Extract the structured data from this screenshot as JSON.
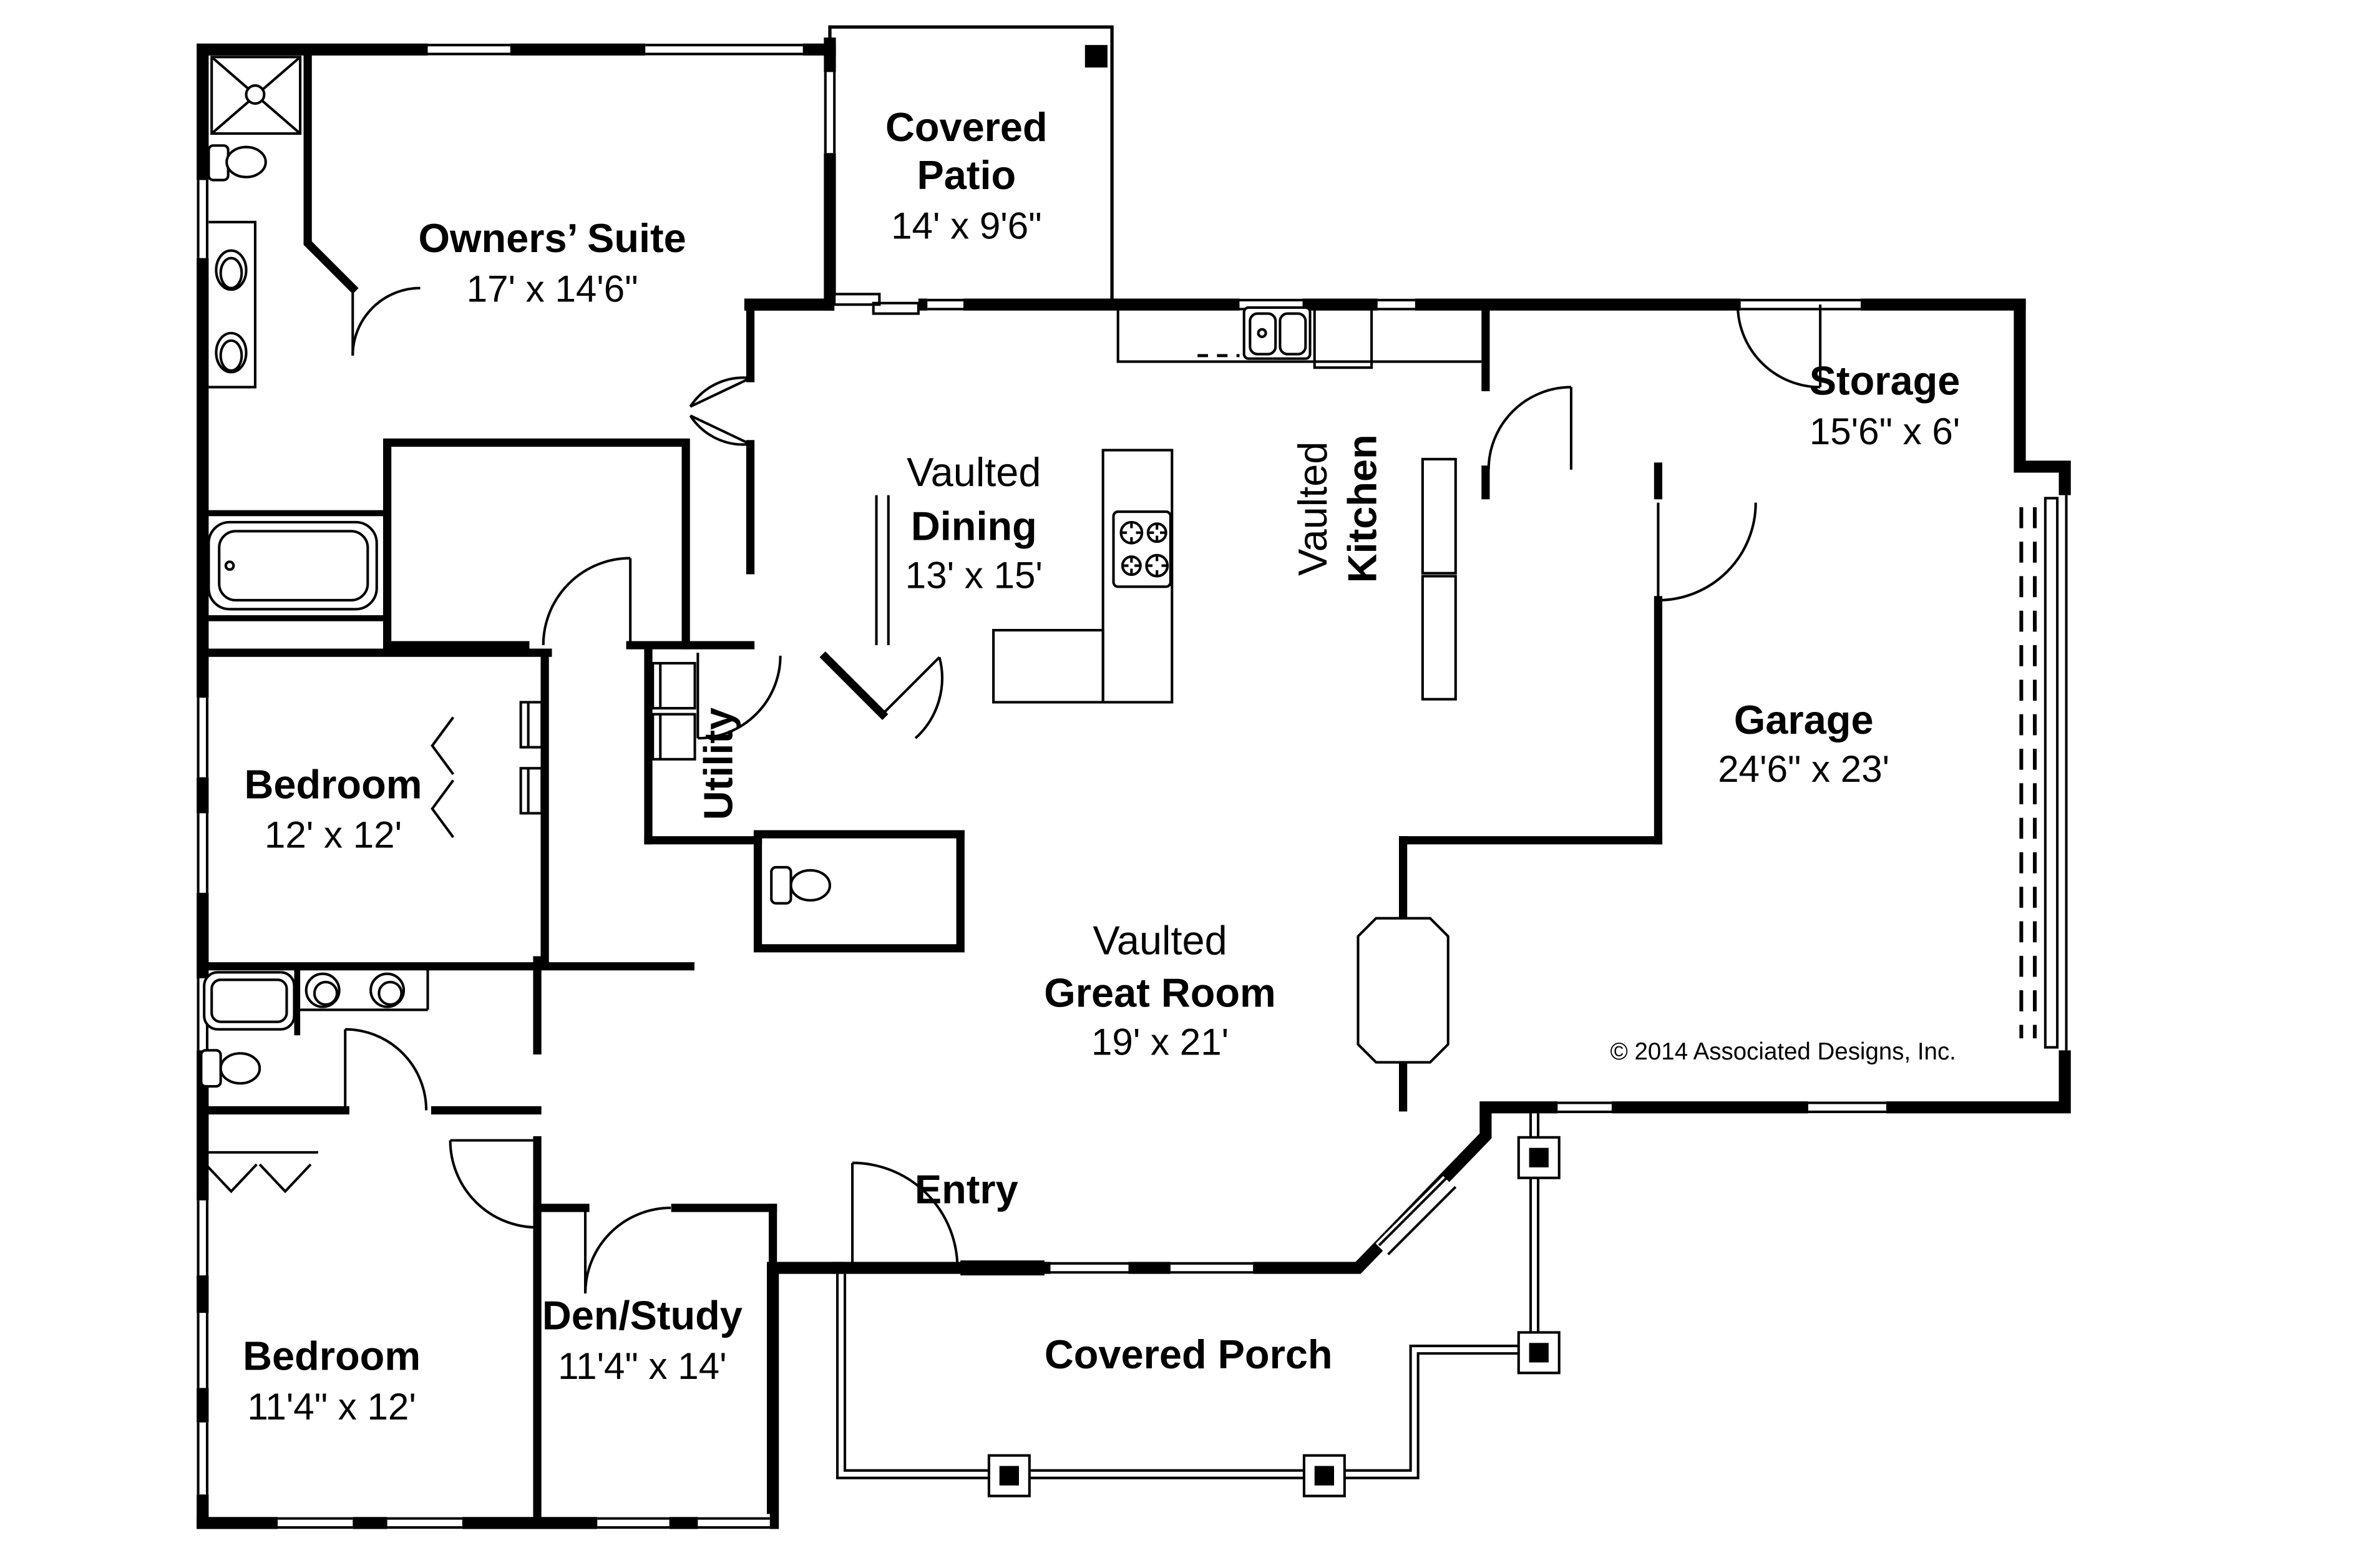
{
  "colors": {
    "ink": "#000000",
    "paper": "#ffffff"
  },
  "rooms": {
    "owners_suite": {
      "name": "Owners’ Suite",
      "dims": "17' x 14'6\""
    },
    "covered_patio": {
      "name_line1": "Covered",
      "name_line2": "Patio",
      "dims": "14' x 9'6\""
    },
    "storage": {
      "name": "Storage",
      "dims": "15'6\" x 6'"
    },
    "dining": {
      "prefix": "Vaulted",
      "name": "Dining",
      "dims": "13' x 15'"
    },
    "kitchen": {
      "prefix": "Vaulted",
      "name": "Kitchen"
    },
    "garage": {
      "name": "Garage",
      "dims": "24'6\" x 23'"
    },
    "bedroom_left": {
      "name": "Bedroom",
      "dims": "12' x 12'"
    },
    "utility": {
      "name": "Utility"
    },
    "great_room": {
      "prefix": "Vaulted",
      "name": "Great Room",
      "dims": "19' x 21'"
    },
    "bedroom_lower": {
      "name": "Bedroom",
      "dims": "11'4\" x 12'"
    },
    "den_study": {
      "name": "Den/Study",
      "dims": "11'4\" x 14'"
    },
    "entry": {
      "name": "Entry"
    },
    "covered_porch": {
      "name": "Covered Porch"
    }
  },
  "copyright": "© 2014 Associated Designs, Inc."
}
